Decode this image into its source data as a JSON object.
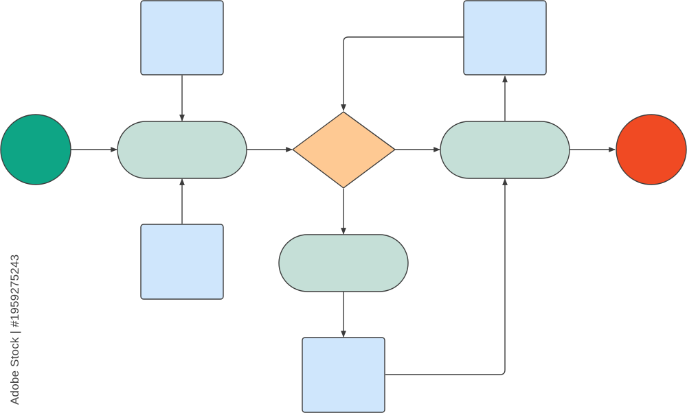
{
  "colors": {
    "stroke": "#3c3c3c",
    "start_circle": "#0ea585",
    "end_circle": "#f04a23",
    "process_pill": "#c5dfd7",
    "decision_diamond": "#fec993",
    "data_box": "#cfe6fc"
  },
  "watermark": {
    "side_text": "Adobe Stock | #1959275243"
  },
  "nodes": {
    "start": {
      "shape": "circle"
    },
    "end": {
      "shape": "circle"
    },
    "process_1": {
      "shape": "pill"
    },
    "process_2": {
      "shape": "pill"
    },
    "process_3": {
      "shape": "pill"
    },
    "decision": {
      "shape": "diamond"
    },
    "box_top_left": {
      "shape": "square"
    },
    "box_bottom_left": {
      "shape": "square"
    },
    "box_top_right": {
      "shape": "square"
    },
    "box_bottom_center": {
      "shape": "square"
    }
  }
}
